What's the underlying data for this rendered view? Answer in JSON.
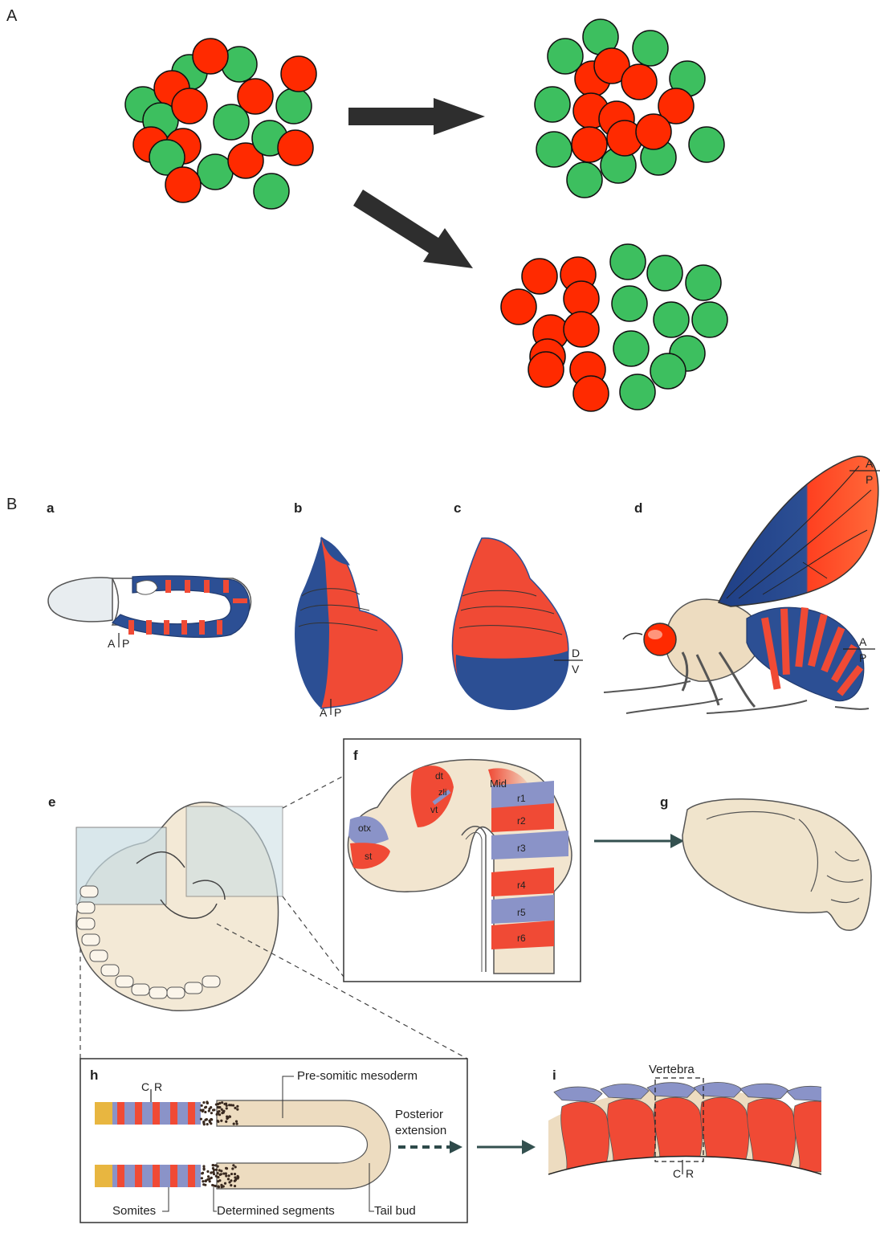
{
  "panels": {
    "A": "A",
    "B": "B",
    "a": "a",
    "b": "b",
    "c": "c",
    "d": "d",
    "e": "e",
    "f": "f",
    "g": "g",
    "h": "h",
    "i": "i"
  },
  "axes": {
    "a_A": "A",
    "a_P": "P",
    "b_A": "A",
    "b_P": "P",
    "c_D": "D",
    "c_V": "V",
    "d_wing_A": "A",
    "d_wing_P": "P",
    "d_body_A": "A",
    "d_body_P": "P",
    "h_C": "C",
    "h_R": "R",
    "i_C": "C",
    "i_R": "R"
  },
  "brain_labels": {
    "otx": "otx",
    "st": "st",
    "dt": "dt",
    "zli": "zli",
    "vt": "vt",
    "mid": "Mid",
    "r1": "r1",
    "r2": "r2",
    "r3": "r3",
    "r4": "r4",
    "r5": "r5",
    "r6": "r6"
  },
  "somite_labels": {
    "psm": "Pre-somitic mesoderm",
    "posterior": "Posterior",
    "extension": "extension",
    "somites": "Somites",
    "determined": "Determined segments",
    "tailbud": "Tail bud",
    "vertebra": "Vertebra"
  },
  "colors": {
    "red": "#ff2a00",
    "green": "#3dbf5f",
    "blue": "#2c4f94",
    "lavender": "#8a93c8",
    "salmon": "#f04a35",
    "tan": "#eddcc0",
    "arrow": "#2e2e2e",
    "teal": "#33504f"
  }
}
